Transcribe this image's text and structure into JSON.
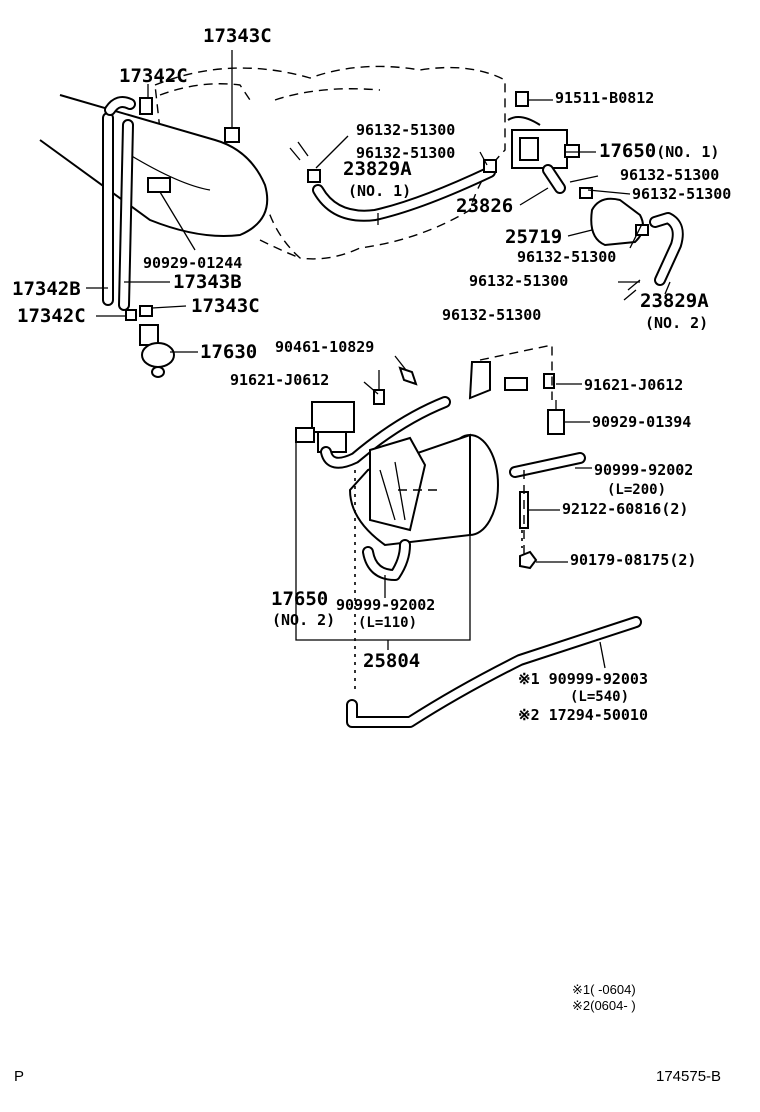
{
  "diagram": {
    "labels": {
      "p17343C_top": "17343C",
      "p17342C_top": "17342C",
      "p91511": "91511-B0812",
      "p96132_a": "96132-51300",
      "p96132_b": "96132-51300",
      "p23829A_1": "23829A",
      "p23829A_1_sub": "(NO. 1)",
      "p17650_1": "17650",
      "p17650_1_sub": "(NO. 1)",
      "p96132_c": "96132-51300",
      "p96132_d": "96132-51300",
      "p23826": "23826",
      "p25719": "25719",
      "p96132_e": "96132-51300",
      "p96132_f": "96132-51300",
      "p23829A_2": "23829A",
      "p23829A_2_sub": "(NO. 2)",
      "p90929_01244": "90929-01244",
      "p17342B": "17342B",
      "p17343B": "17343B",
      "p17342C_mid": "17342C",
      "p17343C_mid": "17343C",
      "p96132_g": "96132-51300",
      "p17630": "17630",
      "p90461": "90461-10829",
      "p91621_l": "91621-J0612",
      "p91621_r": "91621-J0612",
      "p90929_01394": "90929-01394",
      "p90999_92002_r": "90999-92002",
      "p90999_92002_r_sub": "(L=200)",
      "p92122": "92122-60816(2)",
      "p90179": "90179-08175(2)",
      "p17650_2": "17650",
      "p17650_2_sub": "(NO. 2)",
      "p90999_92002_c": "90999-92002",
      "p90999_92002_c_sub": "(L=110)",
      "p25804": "25804",
      "p90999_92003": "※1  90999-92003",
      "p90999_92003_sub": "(L=540)",
      "p17294": "※2  17294-50010"
    },
    "notes": {
      "note1": "※1(      -0604)",
      "note2": "※2(0604-      )"
    },
    "corner_left": "P",
    "corner_right": "174575-B"
  }
}
